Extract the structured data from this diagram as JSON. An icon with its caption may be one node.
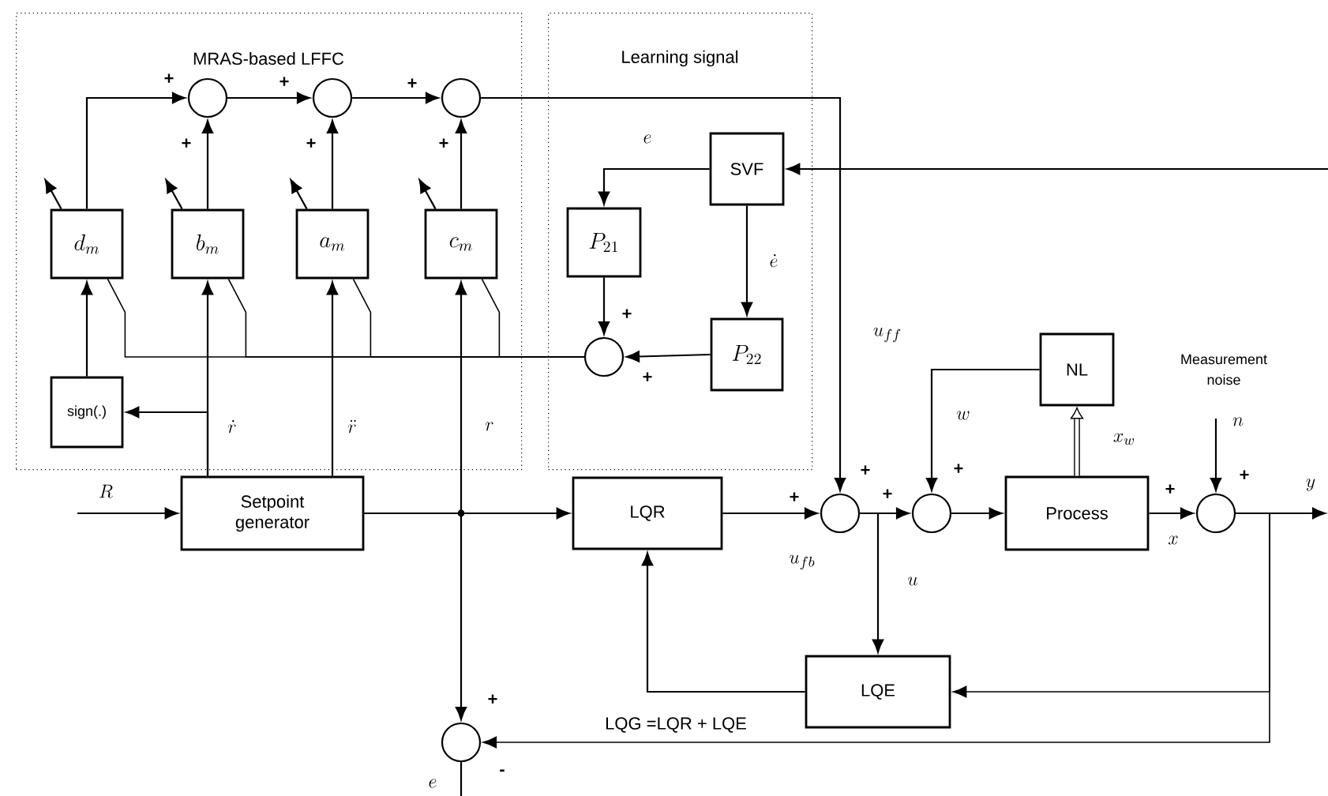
{
  "diagram": {
    "nodes": [
      {
        "text": [
          "MRAS-based LFFC"
        ]
      },
      {
        "text": [
          "Learning signal"
        ]
      },
      {
        "text": [],
        "shape": "circle",
        "in": 0
      },
      {
        "text": [],
        "shape": "circle",
        "in": 0
      },
      {
        "text": [],
        "shape": "circle",
        "in": 0
      },
      {
        "text": [
          "d_m"
        ],
        "in": 0
      },
      {
        "text": [
          "b_m"
        ],
        "in": 0
      },
      {
        "text": [
          "a_m"
        ],
        "in": 0
      },
      {
        "text": [
          "c_m"
        ],
        "in": 0
      },
      {
        "text": [
          "sign(.)"
        ],
        "in": 0
      },
      {
        "text": [
          "SVF"
        ],
        "in": 1
      },
      {
        "text": [
          "P_{21}"
        ],
        "in": 1
      },
      {
        "text": [
          "P_{22}"
        ],
        "in": 1
      },
      {
        "text": [],
        "shape": "circle",
        "in": 1
      },
      {
        "text": [
          "Setpoint generator"
        ]
      },
      {
        "text": [
          "LQR"
        ]
      },
      {
        "text": [],
        "shape": "circle"
      },
      {
        "text": [],
        "shape": "circle"
      },
      {
        "text": [
          "Process"
        ]
      },
      {
        "text": [
          "NL"
        ]
      },
      {
        "text": [],
        "shape": "circle"
      },
      {
        "text": [
          "LQE"
        ]
      },
      {
        "text": [],
        "shape": "circle"
      }
    ],
    "edges": [
      {
        "from": 5,
        "to": 2,
        "arrow": "to"
      },
      {
        "from": 6,
        "to": 2,
        "arrow": "to"
      },
      {
        "from": 2,
        "to": 3,
        "arrow": "to"
      },
      {
        "from": 7,
        "to": 3,
        "arrow": "to"
      },
      {
        "from": 3,
        "to": 4,
        "arrow": "to"
      },
      {
        "from": 8,
        "to": 4,
        "arrow": "to"
      },
      {
        "from": 4,
        "to": 16,
        "arrow": "to",
        "label": "u_{ff}"
      },
      {
        "from": 9,
        "to": 5,
        "arrow": "to"
      },
      {
        "from": 14,
        "to": 6,
        "arrow": "to",
        "label": "\\dot{r}"
      },
      {
        "from": 14,
        "to": 9,
        "arrow": "to"
      },
      {
        "from": 14,
        "to": 7,
        "arrow": "to",
        "label": "\\ddot{r}"
      },
      {
        "from": 14,
        "to": 8,
        "arrow": "to",
        "label": "r"
      },
      {
        "from": 14,
        "to": 15,
        "arrow": "to"
      },
      {
        "from": 14,
        "to": 22,
        "arrow": "to"
      },
      {
        "from": 13,
        "to": 5,
        "arrow": "none"
      },
      {
        "from": 13,
        "to": 6,
        "arrow": "none"
      },
      {
        "from": 13,
        "to": 7,
        "arrow": "none"
      },
      {
        "from": 13,
        "to": 8,
        "arrow": "none"
      },
      {
        "from": 10,
        "to": 11,
        "arrow": "to",
        "label": "e"
      },
      {
        "from": 10,
        "to": 12,
        "arrow": "to",
        "label": "\\dot{e}"
      },
      {
        "from": 11,
        "to": 13,
        "arrow": "to"
      },
      {
        "from": 12,
        "to": 13,
        "arrow": "to"
      },
      {
        "from": null,
        "to": 10,
        "arrow": "to"
      },
      {
        "from": null,
        "to": 14,
        "arrow": "to",
        "label": "R"
      },
      {
        "from": 15,
        "to": 16,
        "arrow": "to",
        "label": "u_{fb}"
      },
      {
        "from": 16,
        "to": 17,
        "arrow": "to"
      },
      {
        "from": 16,
        "to": 21,
        "arrow": "to",
        "label": "u"
      },
      {
        "from": 19,
        "to": 17,
        "arrow": "to",
        "label": "w"
      },
      {
        "from": 17,
        "to": 18,
        "arrow": "to"
      },
      {
        "from": 18,
        "to": 19,
        "arrow": "to",
        "style": "thick",
        "label": "x_w"
      },
      {
        "from": 18,
        "to": 20,
        "arrow": "to",
        "label": "x"
      },
      {
        "from": null,
        "to": 20,
        "arrow": "to",
        "label": "n"
      },
      {
        "from": 20,
        "to": null,
        "arrow": "to",
        "label": "y"
      },
      {
        "from": 20,
        "to": 21,
        "arrow": "to"
      },
      {
        "from": 20,
        "to": 22,
        "arrow": "to",
        "label": "LQG =LQR + LQE"
      },
      {
        "from": 21,
        "to": 15,
        "arrow": "to"
      },
      {
        "from": 22,
        "to": null,
        "arrow": "none",
        "label": "e"
      }
    ],
    "labels": [
      "+",
      "+",
      "+",
      "+",
      "+",
      "+",
      "+",
      "Measurement noise",
      "+",
      "+",
      "+",
      "+",
      "+",
      "+",
      "+",
      "+",
      "-"
    ]
  }
}
